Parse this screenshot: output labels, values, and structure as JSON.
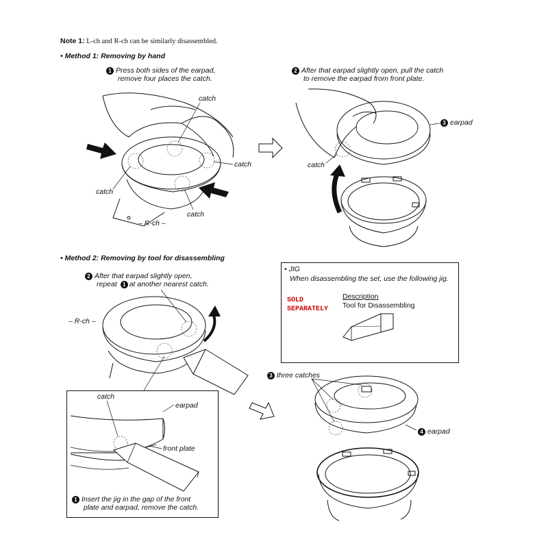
{
  "note": {
    "label": "Note 1:",
    "text": "L-ch and R-ch can be similarly disassembled."
  },
  "method1": {
    "title": "• Method 1: Removing by hand",
    "step1": {
      "number": "1",
      "line1": "Press both sides of the earpad,",
      "line2": "remove four places the catch."
    },
    "step2": {
      "number": "2",
      "line1": "After that earpad slightly open, pull the catch",
      "line2": "to remove the earpad from front plate."
    },
    "labels": {
      "catch_top": "catch",
      "catch_right": "catch",
      "catch_left": "catch",
      "catch_bottom": "catch",
      "rch": "– R-ch –",
      "catch_right_fig": "catch",
      "earpad": "earpad",
      "earpad_number": "3"
    }
  },
  "method2": {
    "title": "• Method 2: Removing by tool for disassembling",
    "step2": {
      "number": "2",
      "line1": "After that earpad slightly open,",
      "line2_pre": "repeat",
      "line2_num": "1",
      "line2_post": "at another nearest catch."
    },
    "rch": "– R-ch –",
    "inset": {
      "catch": "catch",
      "earpad": "earpad",
      "front_plate": "front plate",
      "step1": {
        "number": "1",
        "line1": "Insert the jig in the gap of the front",
        "line2": "plate and earpad, remove the catch."
      }
    },
    "three_catches": {
      "number": "3",
      "text": "three catches"
    },
    "earpad": {
      "number": "4",
      "text": "earpad"
    }
  },
  "jig": {
    "header": "• JIG",
    "line": "When disassembling the set, use the following jig.",
    "sold1": "SOLD",
    "sold2": "SEPARATELY",
    "desc_header": "Description",
    "desc_value": "Tool for Disassembling",
    "sold_color": "#cc0000"
  }
}
